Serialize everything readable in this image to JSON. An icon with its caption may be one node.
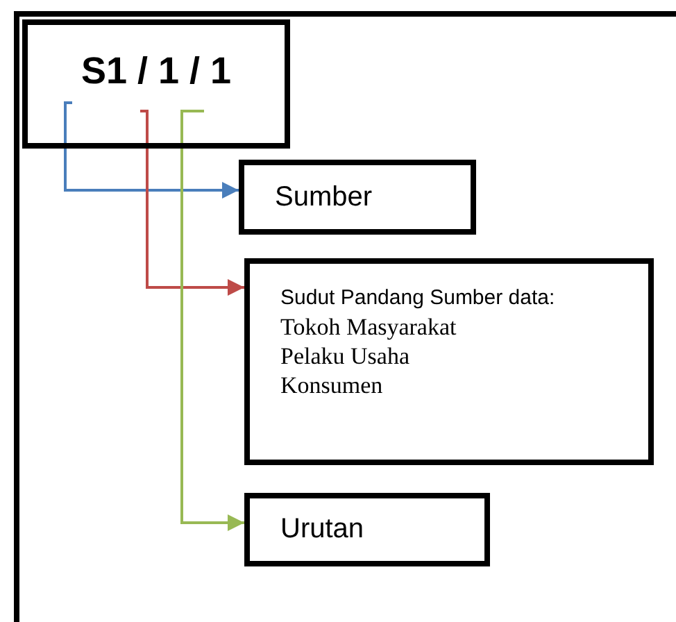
{
  "diagram": {
    "nodes": [
      {
        "text": [],
        "shape": "box"
      },
      {
        "text": [
          "S1 / 1 / 1"
        ],
        "in": 0
      },
      {
        "text": [
          "Sumber"
        ],
        "in": 0
      },
      {
        "text": [
          "Sudut Pandang Sumber data:",
          "Tokoh Masyarakat",
          "Pelaku Usaha",
          "Konsumen"
        ],
        "in": 0
      },
      {
        "text": [
          "Urutan"
        ],
        "in": 0
      }
    ],
    "edges": [
      {
        "from": 1,
        "to": 2,
        "arrow": "to",
        "color": "#4a7ebb"
      },
      {
        "from": 1,
        "to": 3,
        "arrow": "to",
        "color": "#be4b48"
      },
      {
        "from": 1,
        "to": 4,
        "arrow": "to",
        "color": "#98b954"
      }
    ]
  }
}
